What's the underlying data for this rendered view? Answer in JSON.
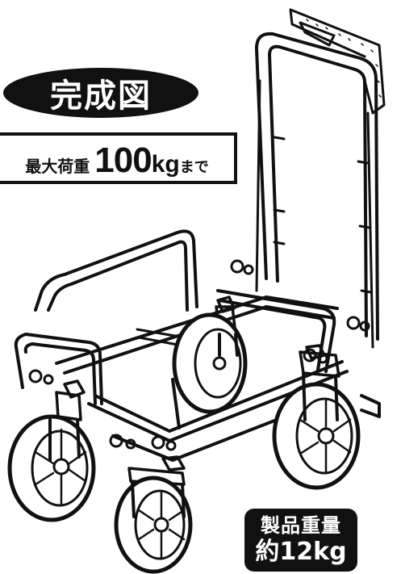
{
  "badge": {
    "title": "完成図"
  },
  "max_load": {
    "label": "最大荷重",
    "value": "100",
    "unit": "kg",
    "suffix": "まで"
  },
  "product_weight": {
    "label": "製品重量",
    "value": "約12kg"
  }
}
